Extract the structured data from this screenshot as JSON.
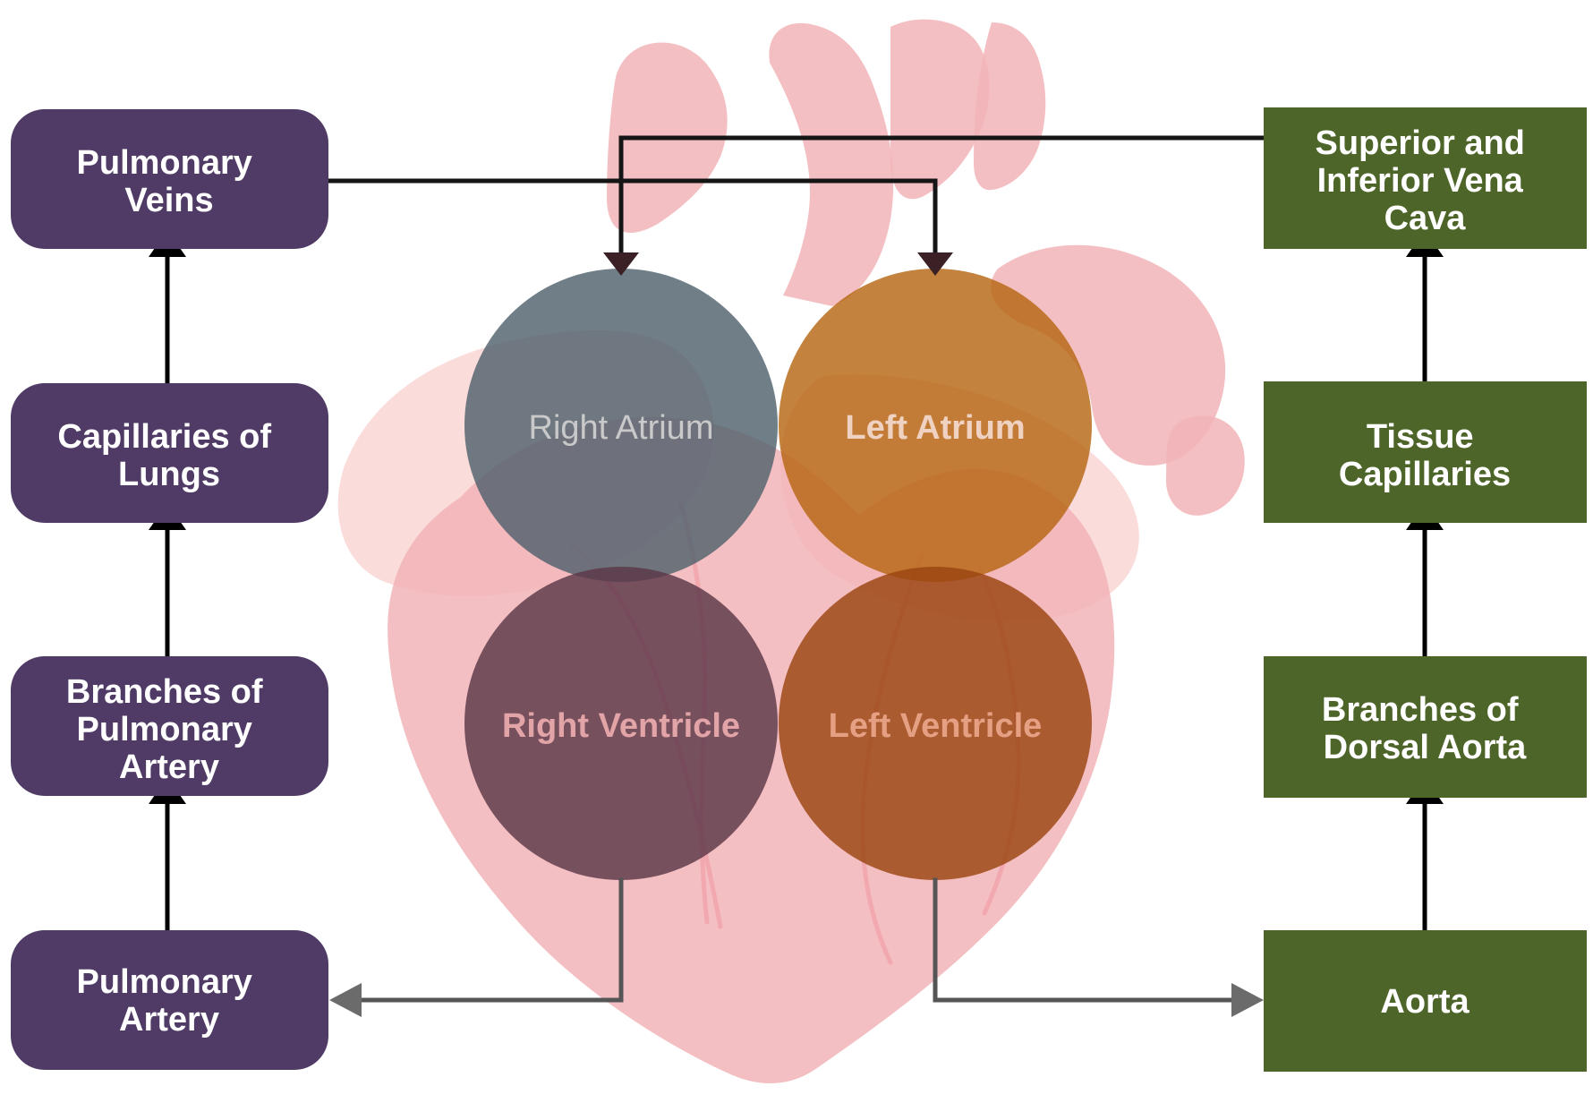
{
  "colors": {
    "pulmonary_box": "#4f3b65",
    "systemic_box": "#4e6529",
    "heart_body": "#f0a9ad",
    "heart_light": "#f6c5c4",
    "heart_vessel": "#f08d98",
    "right_atrium": "#50626c",
    "left_atrium": "#b66612",
    "right_ventricle": "#5c3748",
    "left_ventricle": "#9a4410",
    "connector_black": "#151515",
    "connector_gray": "#555555",
    "arrow_gray": "#6b6b6b",
    "text_white": "#ffffff",
    "ra_text": "#c9c9c9",
    "la_text": "#f0d2c3",
    "rv_text": "#e2a4a7",
    "lv_text": "#e5a084"
  },
  "pulmonary": {
    "veins": [
      "Pulmonary",
      "Veins"
    ],
    "capillaries": [
      "Capillaries of",
      "Lungs"
    ],
    "branches": [
      "Branches of",
      "Pulmonary",
      "Artery"
    ],
    "artery": [
      "Pulmonary",
      "Artery"
    ]
  },
  "systemic": {
    "vena_cava": [
      "Superior and",
      "Inferior Vena",
      "Cava"
    ],
    "tissue": [
      "Tissue",
      "Capillaries"
    ],
    "branches": [
      "Branches of",
      "Dorsal Aorta"
    ],
    "aorta": [
      "Aorta"
    ]
  },
  "chambers": {
    "right_atrium": "Right Atrium",
    "left_atrium": "Left Atrium",
    "right_ventricle": "Right Ventricle",
    "left_ventricle": "Left Ventricle"
  }
}
